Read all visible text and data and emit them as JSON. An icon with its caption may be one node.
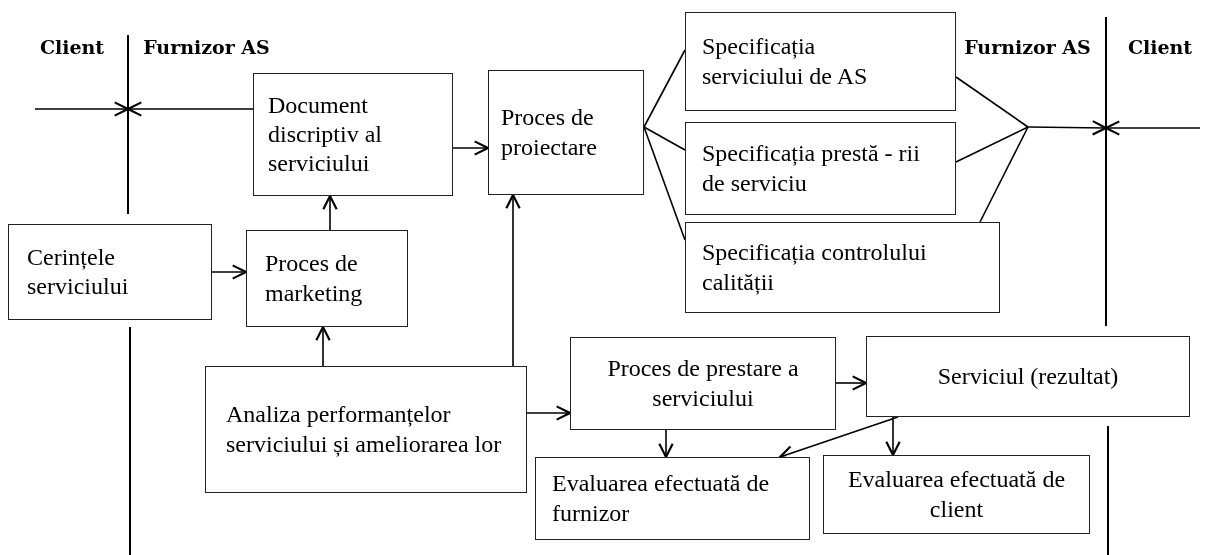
{
  "diagram": {
    "nodes": [
      {
        "text": [
          "Document discriptiv al serviciului"
        ]
      },
      {
        "text": [
          "Proces de proiectare"
        ]
      },
      {
        "text": [
          "Specificația serviciului de AS"
        ]
      },
      {
        "text": [
          "Specificația prestă - rii de serviciu"
        ]
      },
      {
        "text": [
          "Specificația controlului calității"
        ]
      },
      {
        "text": [
          "Cerințele serviciului"
        ]
      },
      {
        "text": [
          "Proces de marketing"
        ]
      },
      {
        "text": [
          "Analiza performanțelor serviciului și ameliorarea lor"
        ]
      },
      {
        "text": [
          "Proces de prestare a serviciului"
        ]
      },
      {
        "text": [
          "Serviciul (rezultat)"
        ]
      },
      {
        "text": [
          "Evaluarea efectuată de furnizor"
        ]
      },
      {
        "text": [
          "Evaluarea efectuată de client"
        ]
      }
    ],
    "edges": [
      {
        "from": 5,
        "to": 6,
        "arrow": "to"
      },
      {
        "from": 6,
        "to": 0,
        "arrow": "to"
      },
      {
        "from": 7,
        "to": 6,
        "arrow": "to"
      },
      {
        "from": 0,
        "to": 1,
        "arrow": "to"
      },
      {
        "from": 7,
        "to": 1,
        "arrow": "to"
      },
      {
        "from": 1,
        "to": 2,
        "arrow": "none"
      },
      {
        "from": 1,
        "to": 3,
        "arrow": "none"
      },
      {
        "from": 1,
        "to": 4,
        "arrow": "none"
      },
      {
        "from": 2,
        "to": null,
        "arrow": "to"
      },
      {
        "from": 3,
        "to": null,
        "arrow": "to"
      },
      {
        "from": 4,
        "to": null,
        "arrow": "to"
      },
      {
        "from": 0,
        "to": null,
        "arrow": "to"
      },
      {
        "from": 7,
        "to": 8,
        "arrow": "to"
      },
      {
        "from": 8,
        "to": 9,
        "arrow": "to"
      },
      {
        "from": 8,
        "to": 10,
        "arrow": "to"
      },
      {
        "from": 9,
        "to": 11,
        "arrow": "to"
      },
      {
        "from": 9,
        "to": 10,
        "arrow": "to"
      }
    ],
    "labels": [
      "Client",
      "Furnizor AS",
      "Furnizor AS",
      "Client"
    ]
  }
}
